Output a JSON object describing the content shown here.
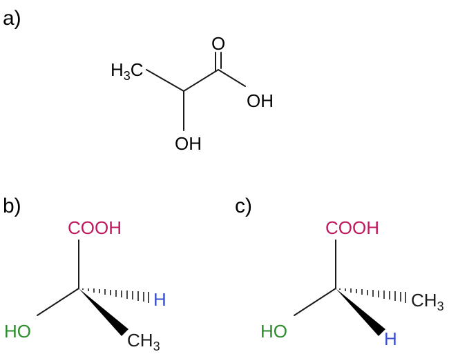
{
  "colors": {
    "black": "#1a1a1a",
    "cooh": "#c0185e",
    "ho": "#2a8c2a",
    "h": "#3a4fd0"
  },
  "panel_a": {
    "label": "a)",
    "h3c_main": "H",
    "h3c_sub": "3",
    "h3c_tail": "C",
    "o_top": "O",
    "oh_right": "OH",
    "oh_bottom": "OH"
  },
  "panel_b": {
    "label": "b)",
    "cooh": "COOH",
    "ho": "HO",
    "h": "H",
    "ch3_main": "CH",
    "ch3_sub": "3"
  },
  "panel_c": {
    "label": "c)",
    "cooh": "COOH",
    "ho": "HO",
    "h": "H",
    "ch3_main": "CH",
    "ch3_sub": "3"
  }
}
